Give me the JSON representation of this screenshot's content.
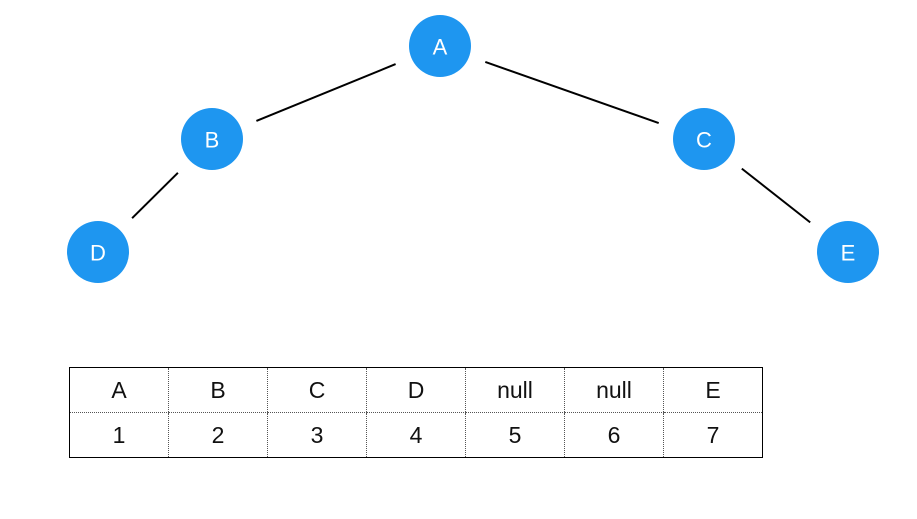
{
  "tree": {
    "node_color": "#1e96f0",
    "nodes": [
      {
        "id": "A",
        "label": "A"
      },
      {
        "id": "B",
        "label": "B"
      },
      {
        "id": "C",
        "label": "C"
      },
      {
        "id": "D",
        "label": "D"
      },
      {
        "id": "E",
        "label": "E"
      }
    ],
    "edges": [
      {
        "from": "A",
        "to": "B"
      },
      {
        "from": "A",
        "to": "C"
      },
      {
        "from": "B",
        "to": "D"
      },
      {
        "from": "C",
        "to": "E"
      }
    ]
  },
  "array": {
    "values": [
      "A",
      "B",
      "C",
      "D",
      "null",
      "null",
      "E"
    ],
    "indices": [
      "1",
      "2",
      "3",
      "4",
      "5",
      "6",
      "7"
    ]
  }
}
